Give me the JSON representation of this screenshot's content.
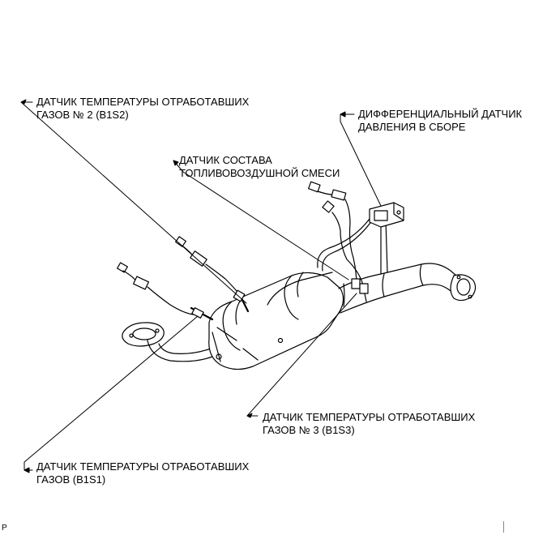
{
  "labels": {
    "sensor_b1s2": {
      "line1": "ДАТЧИК ТЕМПЕРАТУРЫ ОТРАБОТАВШИХ",
      "line2": "ГАЗОВ № 2 (B1S2)"
    },
    "air_fuel_sensor": {
      "line1": "ДАТЧИК СОСТАВА",
      "line2": "ТОПЛИВОВОЗДУШНОЙ СМЕСИ"
    },
    "diff_pressure_sensor": {
      "line1": "ДИФФЕРЕНЦИАЛЬНЫЙ ДАТЧИК",
      "line2": "ДАВЛЕНИЯ В СБОРЕ"
    },
    "sensor_b1s3": {
      "line1": "ДАТЧИК ТЕМПЕРАТУРЫ ОТРАБОТАВШИХ",
      "line2": "ГАЗОВ № 3 (B1S3)"
    },
    "sensor_b1s1": {
      "line1": "ДАТЧИК ТЕМПЕРАТУРЫ ОТРАБОТАВШИХ",
      "line2": "ГАЗОВ (B1S1)"
    }
  },
  "corner_mark": "P"
}
